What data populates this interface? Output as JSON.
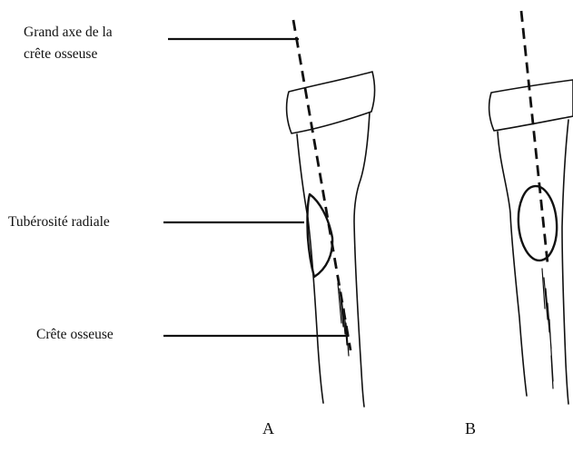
{
  "labels": {
    "axis_line1": "Grand axe de la",
    "axis_line2": "crête osseuse",
    "tuberosity": "Tubérosité radiale",
    "crest": "Crête osseuse"
  },
  "panels": {
    "a": "A",
    "b": "B"
  }
}
